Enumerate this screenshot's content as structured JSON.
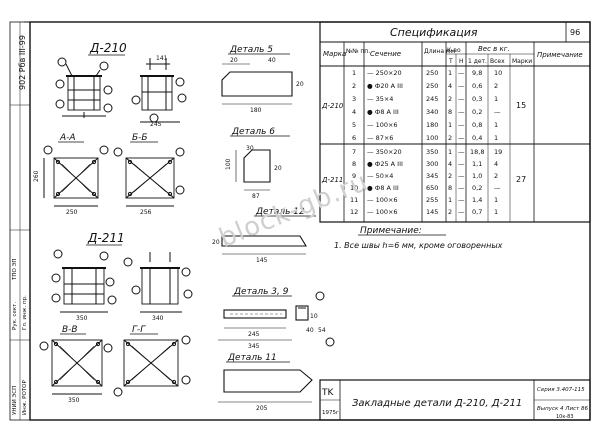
{
  "header": {
    "sheet_number": "96"
  },
  "side_code": "902 Рбв III-99",
  "views": {
    "d210": "Д-210",
    "d211": "Д-211",
    "sec_aa": "А-А",
    "sec_bb": "Б-Б",
    "sec_vv": "В-В",
    "sec_gg": "Г-Г"
  },
  "details": {
    "d5": "Деталь 5",
    "d6": "Деталь 6",
    "d12": "Деталь 12",
    "d39": "Деталь 3, 9",
    "d11": "Деталь 11"
  },
  "dims": {
    "d210_top": "141",
    "d210_w": "250",
    "d210_w2": "245",
    "d210_h": "260",
    "d210_mark": "256",
    "d5_a": "20",
    "d5_b": "40",
    "d5_c": "180",
    "d5_d": "20",
    "d6_a": "30",
    "d6_b": "100",
    "d6_c": "87",
    "d6_d": "20",
    "d12_a": "20",
    "d12_b": "145",
    "d39_a": "245",
    "d39_b": "345",
    "d39_c": "40",
    "d39_d": "54",
    "d39_e": "10",
    "d11_a": "205",
    "d211_a": "350",
    "d211_b": "340",
    "d211_c": "350"
  },
  "spec": {
    "title": "Спецификация",
    "col_mark": "Марка",
    "col_pos": "№№ пп.",
    "col_section": "Сечение",
    "col_length": "Длина мм",
    "col_count": "К-во",
    "col_count_t": "Т",
    "col_count_n": "Н",
    "col_weight": "Вес в кг.",
    "col_weight_one": "1 дет.",
    "col_weight_all": "Всех",
    "col_weight_mark": "Марки",
    "col_note": "Примечание",
    "groups": [
      {
        "mark": "Д-210",
        "mark_weight": "15",
        "rows": [
          {
            "pos": "1",
            "section": "— 250×20",
            "length": "250",
            "t": "1",
            "n": "—",
            "one": "9,8",
            "all": "10"
          },
          {
            "pos": "2",
            "section": "● Ф20 А III",
            "length": "250",
            "t": "4",
            "n": "—",
            "one": "0,6",
            "all": "2"
          },
          {
            "pos": "3",
            "section": "— 35×4",
            "length": "245",
            "t": "2",
            "n": "—",
            "one": "0,3",
            "all": "1"
          },
          {
            "pos": "4",
            "section": "● Ф8 А III",
            "length": "340",
            "t": "8",
            "n": "—",
            "one": "0,2",
            "all": "—"
          },
          {
            "pos": "5",
            "section": "— 100×6",
            "length": "180",
            "t": "1",
            "n": "—",
            "one": "0,8",
            "all": "1"
          },
          {
            "pos": "6",
            "section": "— 87×6",
            "length": "100",
            "t": "2",
            "n": "—",
            "one": "0,4",
            "all": "1"
          }
        ]
      },
      {
        "mark": "Д-211",
        "mark_weight": "27",
        "rows": [
          {
            "pos": "7",
            "section": "— 350×20",
            "length": "350",
            "t": "1",
            "n": "—",
            "one": "18,8",
            "all": "19"
          },
          {
            "pos": "8",
            "section": "● Ф25 А III",
            "length": "300",
            "t": "4",
            "n": "—",
            "one": "1,1",
            "all": "4"
          },
          {
            "pos": "9",
            "section": "— 50×4",
            "length": "345",
            "t": "2",
            "n": "—",
            "one": "1,0",
            "all": "2"
          },
          {
            "pos": "10",
            "section": "● Ф8 А III",
            "length": "650",
            "t": "8",
            "n": "—",
            "one": "0,2",
            "all": "—"
          },
          {
            "pos": "11",
            "section": "— 100×6",
            "length": "255",
            "t": "1",
            "n": "—",
            "one": "1,4",
            "all": "1"
          },
          {
            "pos": "12",
            "section": "— 100×6",
            "length": "145",
            "t": "2",
            "n": "—",
            "one": "0,7",
            "all": "1"
          }
        ]
      }
    ]
  },
  "notes": {
    "title": "Примечание:",
    "items": [
      "1. Все швы h=6 мм, кроме оговоренных"
    ]
  },
  "title_block": {
    "tk": "TK",
    "year": "1975г.",
    "title": "Закладные детали Д-210,  Д-211",
    "series": "Серия 3.407-115",
    "issue_sheet": "Выпуск 4  Лист 86",
    "issue_sheet2": "10к-83"
  },
  "left_block": {
    "lines": [
      "УНИИ ЭСП",
      "Инж. РОТОР",
      "Рук. сект.",
      "Гл. инж. пр.",
      "ТПО ЭП"
    ]
  },
  "watermark": "block-gb.ru"
}
